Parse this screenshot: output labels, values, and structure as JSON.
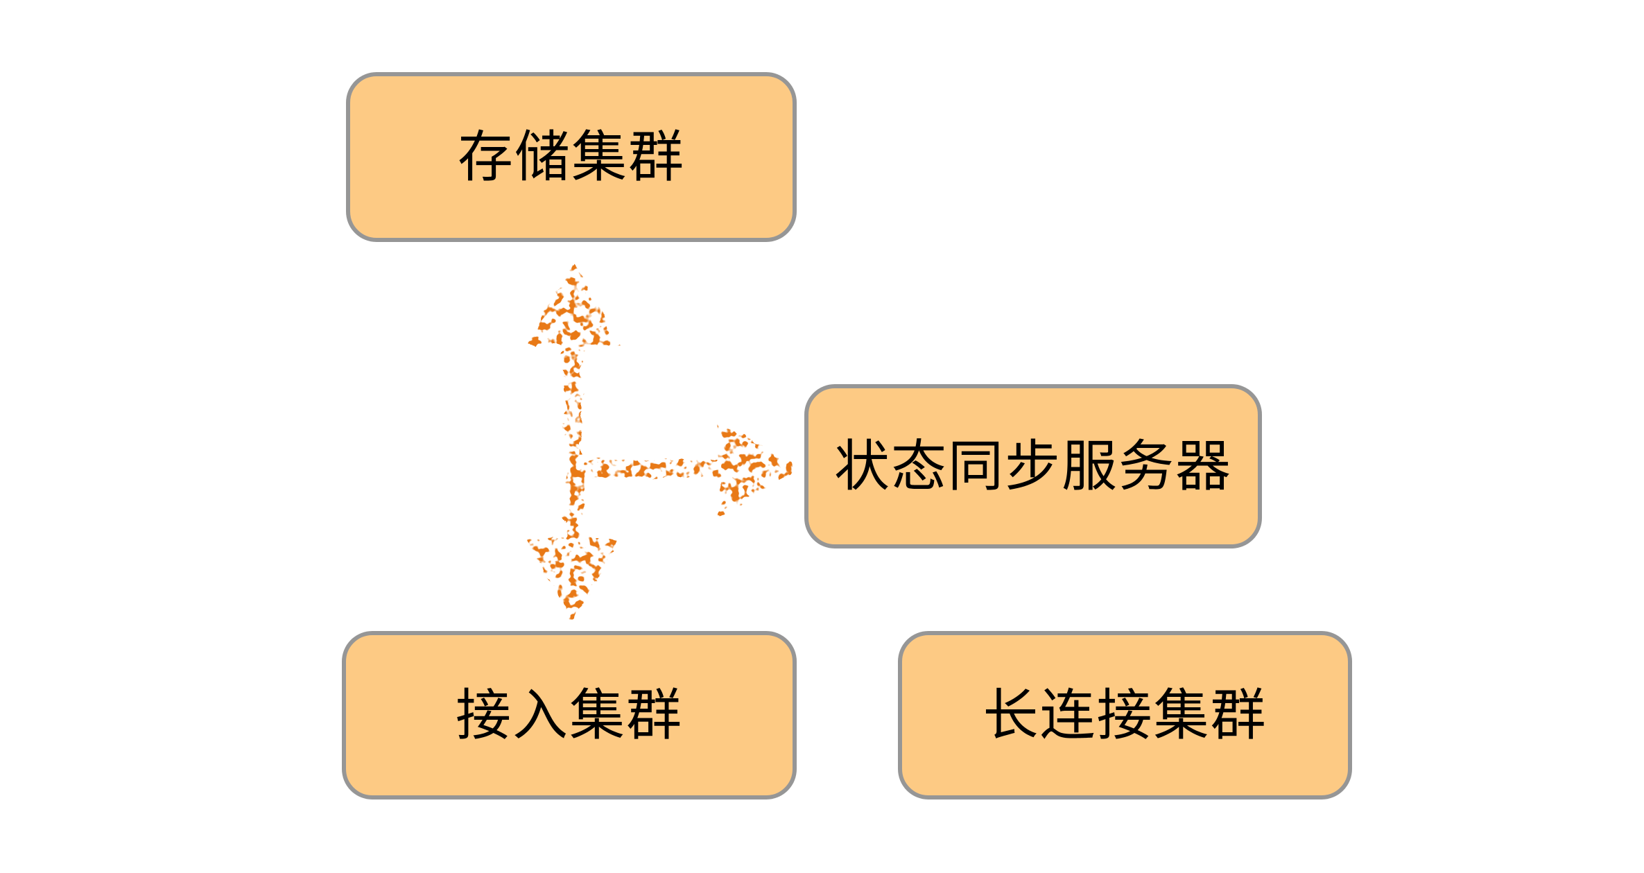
{
  "theme": {
    "page-bg": "#FFFFFF",
    "box-fill": "#FDCA84",
    "box-border": "#969696",
    "box-text": "#000000",
    "arrow-color": "#E87917"
  },
  "diagram": {
    "nodes": [
      {
        "id": "storage-cluster",
        "label": "存储集群"
      },
      {
        "id": "state-sync-server",
        "label": "状态同步服务器"
      },
      {
        "id": "access-cluster",
        "label": "接入集群"
      },
      {
        "id": "long-connection-cluster",
        "label": "长连接集群"
      }
    ],
    "connections": [
      {
        "from": "access-cluster",
        "to": "storage-cluster",
        "style": "double-headed-vertical"
      },
      {
        "from": "vertical-shaft-junction",
        "to": "state-sync-server",
        "style": "single-headed-right"
      }
    ]
  }
}
